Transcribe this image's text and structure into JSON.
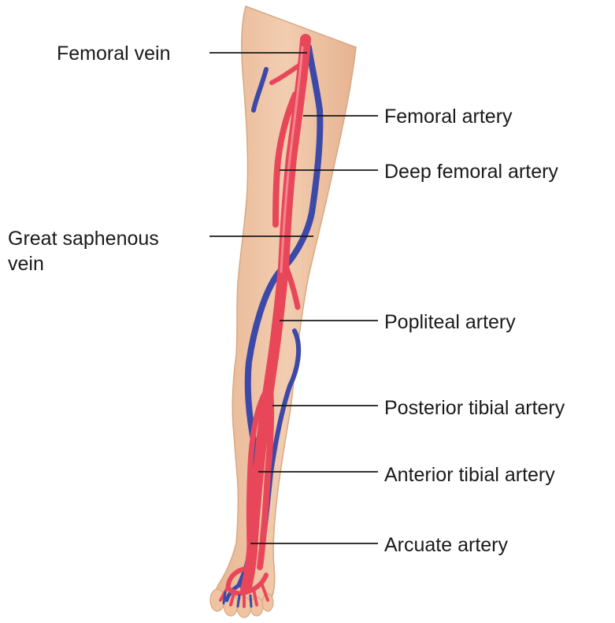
{
  "labels": {
    "femoral_vein": "Femoral vein",
    "femoral_artery": "Femoral artery",
    "deep_femoral_artery": "Deep femoral artery",
    "great_saphenous_line1": "Great saphenous",
    "great_saphenous_line2": "vein",
    "popliteal_artery": "Popliteal artery",
    "posterior_tibial_artery": "Posterior tibial artery",
    "anterior_tibial_artery": "Anterior tibial artery",
    "arcuate_artery": "Arcuate artery"
  },
  "colors": {
    "skin": "#f0c9a8",
    "skin_outline": "#d8a882",
    "artery": "#e8475a",
    "artery_highlight": "#f6838e",
    "vein": "#3d49a8"
  }
}
